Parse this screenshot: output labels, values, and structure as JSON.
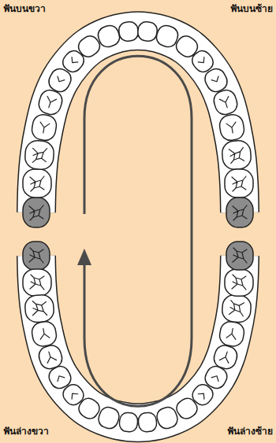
{
  "diagram": {
    "labels": [
      "ฟันบนขวา",
      "ฟันบนซ้าย",
      "ฟันล่างขวา",
      "ฟันล่างซ้าย"
    ]
  }
}
